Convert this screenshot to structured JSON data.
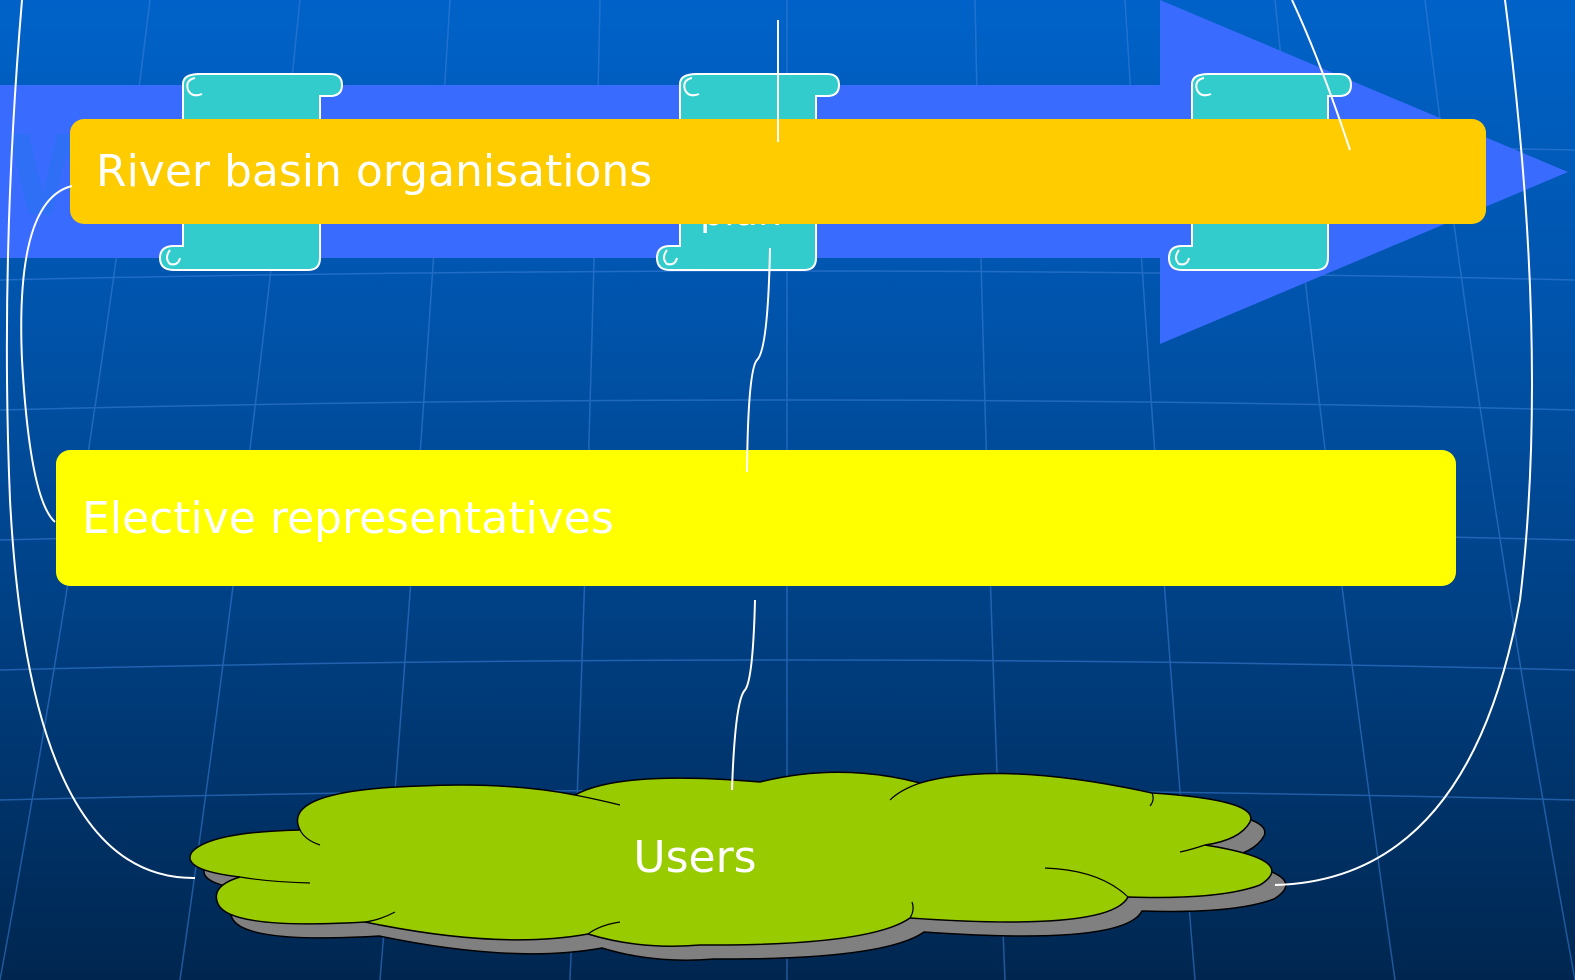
{
  "diagram": {
    "background_color": "#0058b8",
    "arrow_color": "#3a6bff",
    "scroll_color": "#33cccc",
    "cloud_color": "#99cc00",
    "partial_letter": "W",
    "scroll_partial_label": "plan",
    "boxes": [
      {
        "id": "river-basin",
        "label": "River basin organisations",
        "color": "#ffcc00"
      },
      {
        "id": "elective",
        "label": "Elective representatives",
        "color": "#ffff00"
      }
    ],
    "cloud": {
      "label": "Users"
    }
  }
}
